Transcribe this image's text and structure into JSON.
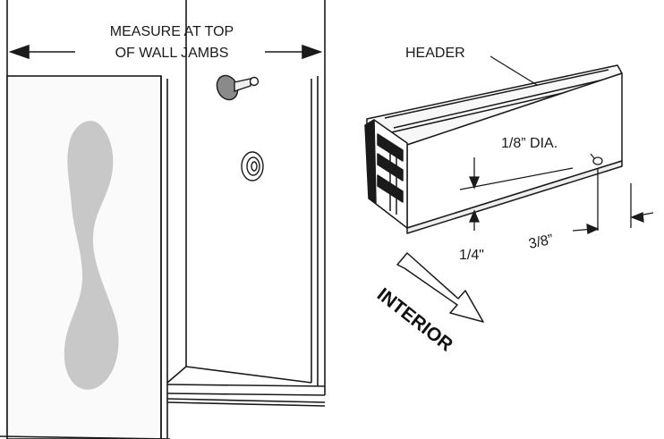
{
  "labels": {
    "measure_line1": "MEASURE AT TOP",
    "measure_line2": "OF WALL JAMBS",
    "header": "HEADER",
    "hole_dia": "1/8” DIA.",
    "dim_quarter": "1/4\"",
    "dim_three_eighths": "3/8”",
    "interior": "INTERIOR"
  },
  "colors": {
    "line": "#1a1a1a",
    "shadow_fill": "#c8c8c8",
    "knob_fill": "#8a8a8a",
    "panel_light": "#f2f2f2"
  }
}
